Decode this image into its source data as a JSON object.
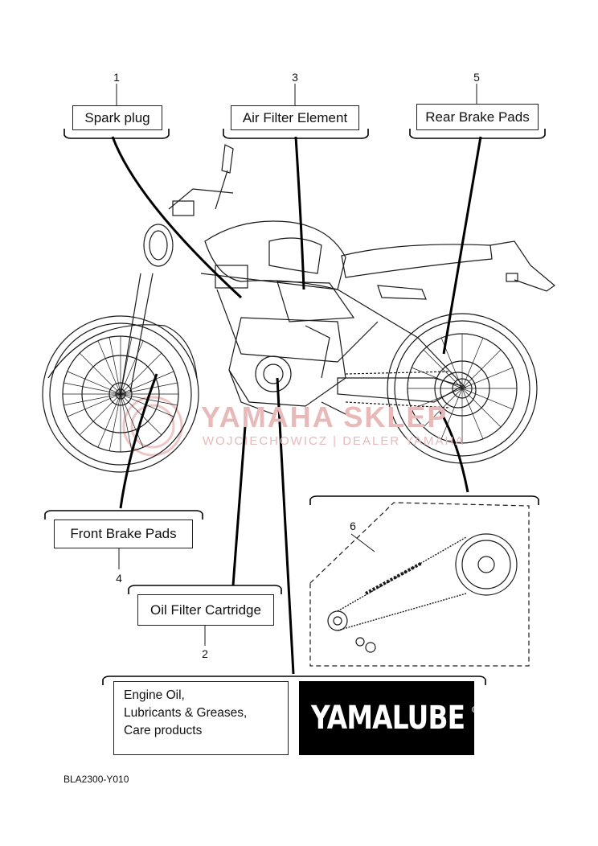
{
  "parts": [
    {
      "number": "1",
      "label": "Spark plug"
    },
    {
      "number": "3",
      "label": "Air Filter Element"
    },
    {
      "number": "5",
      "label": "Rear Brake Pads"
    },
    {
      "number": "4",
      "label": "Front Brake Pads"
    },
    {
      "number": "2",
      "label": "Oil Filter Cartridge"
    },
    {
      "number": "6",
      "label": ""
    }
  ],
  "products": {
    "lines": [
      "Engine Oil,",
      "Lubricants & Greases,",
      "Care products"
    ],
    "logo": "YAMALUBE",
    "registered": "®"
  },
  "watermark": {
    "brand": "YAMAHA SKLEP",
    "dealer": "WOJCIECHOWICZ | DEALER YAMAHA"
  },
  "diagram_code": "BLA2300-Y010",
  "colors": {
    "ink": "#111111",
    "watermark": "#e7b9b9"
  }
}
